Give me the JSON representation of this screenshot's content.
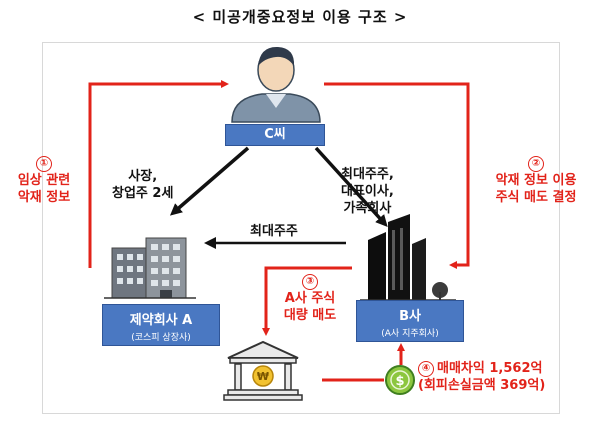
{
  "title": "< 미공개중요정보 이용 구조 >",
  "person": {
    "label": "C씨"
  },
  "company_a": {
    "name": "제약회사 A",
    "sub": "(코스피 상장사)"
  },
  "company_b": {
    "name": "B사",
    "sub": "(A사 지주회사)"
  },
  "edges": {
    "c_to_a": [
      "사장,",
      "창업주 2세"
    ],
    "c_to_b": [
      "최대주주,",
      "대표이사,",
      "가족회사"
    ],
    "b_to_a": "최대주주"
  },
  "steps": [
    {
      "num": "①",
      "lines": [
        "임상 관련",
        "악재 정보"
      ]
    },
    {
      "num": "②",
      "lines": [
        "악재 정보 이용",
        "주식 매도 결정"
      ]
    },
    {
      "num": "③",
      "lines": [
        "A사 주식",
        "대량 매도"
      ]
    },
    {
      "num": "④",
      "lines": [
        "매매차익 1,562억",
        "(회피손실금액 369억)"
      ]
    }
  ],
  "icons": [
    "person-icon",
    "building-a-icon",
    "building-b-icon",
    "bank-icon",
    "coin-icon"
  ],
  "colors": {
    "box": "#4a78c2",
    "red_arrow": "#e2231a",
    "black_arrow": "#111111"
  }
}
